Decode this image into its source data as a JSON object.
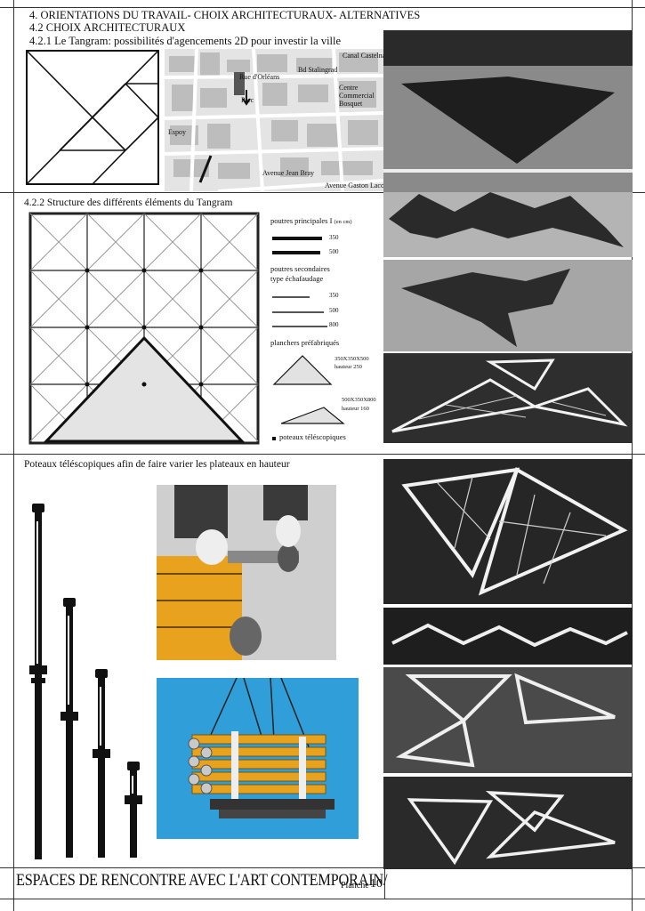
{
  "header": {
    "line1": "4. ORIENTATIONS DU TRAVAIL- CHOIX ARCHITECTURAUX- ALTERNATIVES",
    "line2": "4.2 CHOIX ARCHITECTURAUX",
    "line3": "4.2.1 Le Tangram: possibilités d'agencements 2D pour investir la ville"
  },
  "map": {
    "labels": [
      "Canal Castelnau",
      "Bd Stalingrad",
      "Rue d'Orléans",
      "Centre Commercial Bosquet",
      "Parc",
      "Espoy",
      "Avenue Jean Bray",
      "Avenue Gaston Lacoste"
    ]
  },
  "section2": {
    "title": "4.2.2 Structure des différents éléments du Tangram",
    "poutres_principales": "poutres principales I",
    "unit": "(en cm)",
    "pp_sizes": [
      "350",
      "500"
    ],
    "poutres_secondaires_1": "poutres secondaires",
    "poutres_secondaires_2": "type échafaudage",
    "ps_sizes": [
      "350",
      "500",
      "800"
    ],
    "planchers": "planchers préfabriqués",
    "plancher1_dim": "350X350X500",
    "plancher1_h": "hauteur 250",
    "plancher2_dim": "500X350X800",
    "plancher2_h": "hauteur 160",
    "poteaux": "poteaux téléscopiques"
  },
  "section3": {
    "title": "Poteaux téléscopiques afin de faire varier les plateaux en hauteur"
  },
  "footer": {
    "title": "ESPACES DE RENCONTRE AVEC L'ART CONTEMPORAIN/",
    "planche_label": "Planche",
    "planche_num": "10"
  },
  "colors": {
    "scaffold_yellow": "#e8a21e",
    "sky_blue": "#2f9ed9",
    "dark_gray": "#3a3a3a",
    "mid_gray": "#8c8c8c"
  }
}
